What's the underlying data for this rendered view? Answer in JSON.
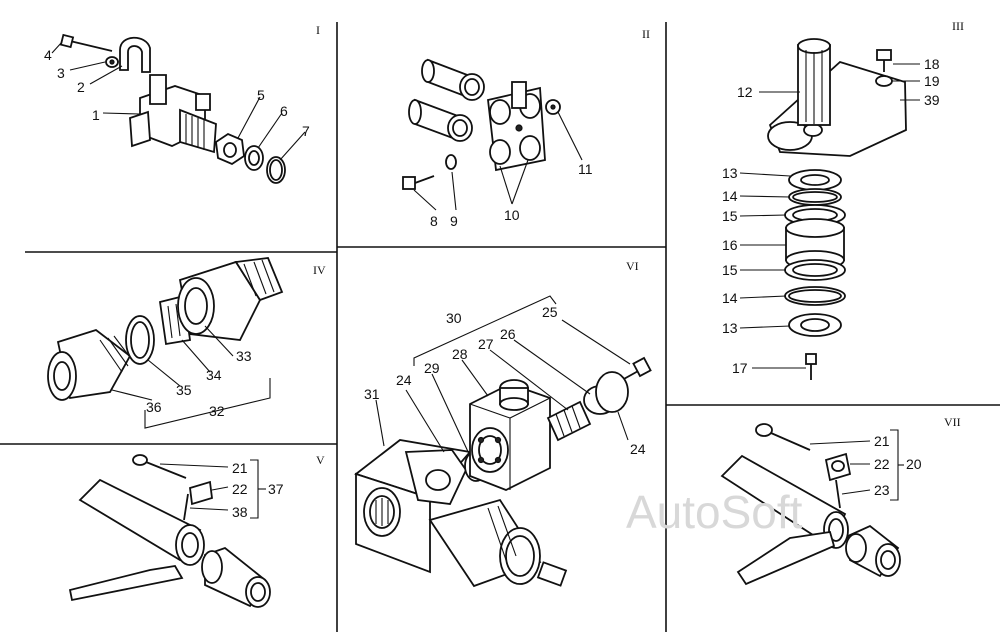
{
  "sections": [
    {
      "id": "I",
      "labels": [
        "1",
        "2",
        "3",
        "4",
        "5",
        "6",
        "7"
      ]
    },
    {
      "id": "II",
      "labels": [
        "8",
        "9",
        "10",
        "11"
      ]
    },
    {
      "id": "III",
      "labels": [
        "12",
        "13",
        "14",
        "15",
        "16",
        "15",
        "14",
        "13",
        "17",
        "18",
        "19",
        "39"
      ]
    },
    {
      "id": "IV",
      "labels": [
        "32",
        "33",
        "34",
        "35",
        "36"
      ]
    },
    {
      "id": "V",
      "labels": [
        "21",
        "22",
        "37",
        "38"
      ]
    },
    {
      "id": "VI",
      "labels": [
        "24",
        "25",
        "26",
        "27",
        "28",
        "29",
        "30",
        "31",
        "24"
      ]
    },
    {
      "id": "VII",
      "labels": [
        "20",
        "21",
        "22",
        "23"
      ]
    }
  ],
  "watermark": "AutoSoft"
}
